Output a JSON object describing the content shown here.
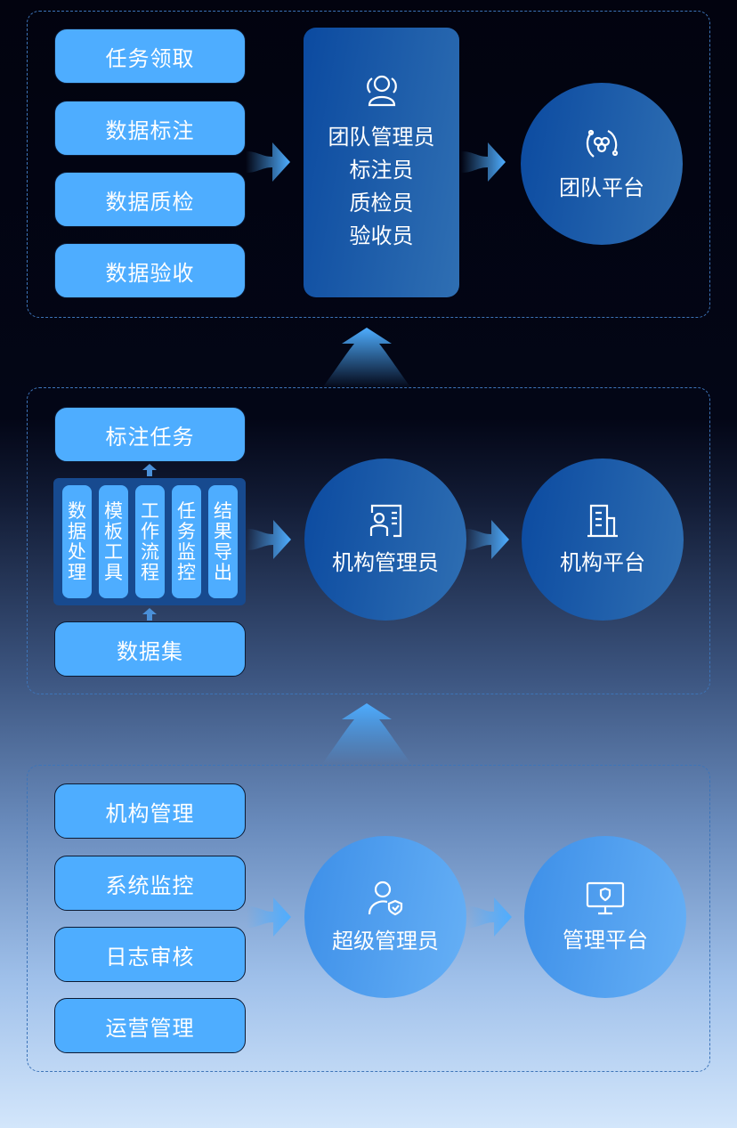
{
  "team_section": {
    "tasks": [
      "任务领取",
      "数据标注",
      "数据质检",
      "数据验收"
    ],
    "roles": [
      "团队管理员",
      "标注员",
      "质检员",
      "验收员"
    ],
    "platform": "团队平台"
  },
  "org_section": {
    "top_task": "标注任务",
    "tools": [
      [
        "数",
        "据",
        "处",
        "理"
      ],
      [
        "模",
        "板",
        "工",
        "具"
      ],
      [
        "工",
        "作",
        "流",
        "程"
      ],
      [
        "任",
        "务",
        "监",
        "控"
      ],
      [
        "结",
        "果",
        "导",
        "出"
      ]
    ],
    "dataset": "数据集",
    "role": "机构管理员",
    "platform": "机构平台"
  },
  "admin_section": {
    "tasks": [
      "机构管理",
      "系统监控",
      "日志审核",
      "运营管理"
    ],
    "role": "超级管理员",
    "platform": "管理平台"
  }
}
